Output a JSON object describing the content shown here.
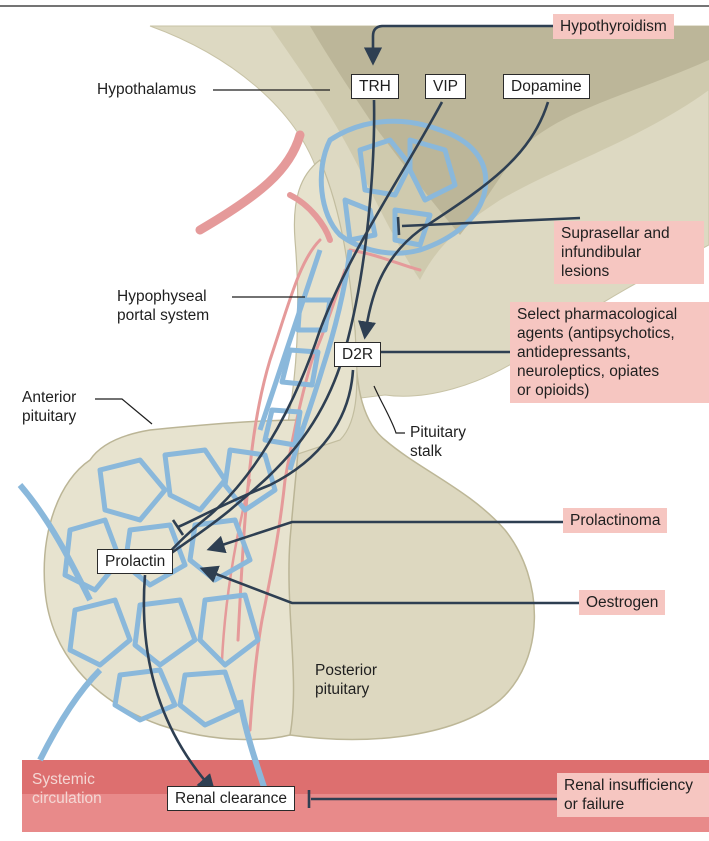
{
  "labels": {
    "hypothalamus": "Hypothalamus",
    "portal_system": "Hypophyseal\nportal system",
    "anterior_pituitary": "Anterior\npituitary",
    "pituitary_stalk": "Pituitary\nstalk",
    "posterior_pituitary": "Posterior\npituitary",
    "systemic_circulation": "Systemic\ncirculation"
  },
  "boxes": {
    "trh": "TRH",
    "vip": "VIP",
    "dopamine": "Dopamine",
    "d2r": "D2R",
    "prolactin": "Prolactin",
    "renal_clearance": "Renal clearance"
  },
  "factors": {
    "hypothyroidism": "Hypothyroidism",
    "suprasellar": "Suprasellar and\ninfundibular\nlesions",
    "pharmacological": "Select pharmacological\nagents (antipsychotics,\nantidepressants,\nneuroleptics, opiates\nor opioids)",
    "prolactinoma": "Prolactinoma",
    "oestrogen": "Oestrogen",
    "renal_insufficiency": "Renal insufficiency\nor failure"
  },
  "colors": {
    "factor_fill": "#f6c6c1",
    "arrow": "#2e3f52",
    "capillary_blue": "#8ab8db",
    "vessel_red": "#e59a9a",
    "tissue": "#e4e0cb",
    "tissue_dark": "#c5c0a2",
    "circulation_band": "#e27c7c"
  }
}
